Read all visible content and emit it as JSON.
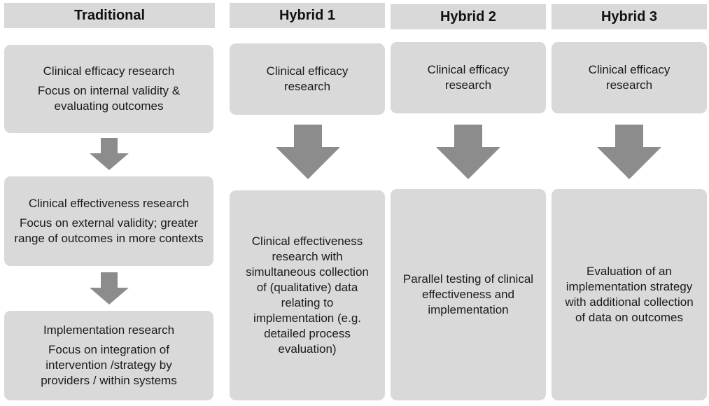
{
  "columns": {
    "traditional": {
      "header": "Traditional",
      "boxes": [
        {
          "title": "Clinical efficacy research",
          "detail": "Focus on internal validity & evaluating outcomes"
        },
        {
          "title": "Clinical effectiveness research",
          "detail": "Focus on external validity; greater range of outcomes in more contexts"
        },
        {
          "title": "Implementation research",
          "detail": "Focus on integration of intervention /strategy by providers / within systems"
        }
      ]
    },
    "hybrid1": {
      "header": "Hybrid 1",
      "top": "Clinical efficacy research",
      "bottom": "Clinical effectiveness research with simultaneous collection of (qualitative) data relating to implementation (e.g. detailed process evaluation)"
    },
    "hybrid2": {
      "header": "Hybrid 2",
      "top": "Clinical efficacy research",
      "bottom": "Parallel testing of clinical effectiveness and implementation"
    },
    "hybrid3": {
      "header": "Hybrid 3",
      "top": "Clinical efficacy research",
      "bottom": "Evaluation of an implementation strategy with additional collection of data on outcomes"
    }
  },
  "colors": {
    "box_fill": "#d9d9d9",
    "arrow_fill": "#8c8c8c"
  }
}
